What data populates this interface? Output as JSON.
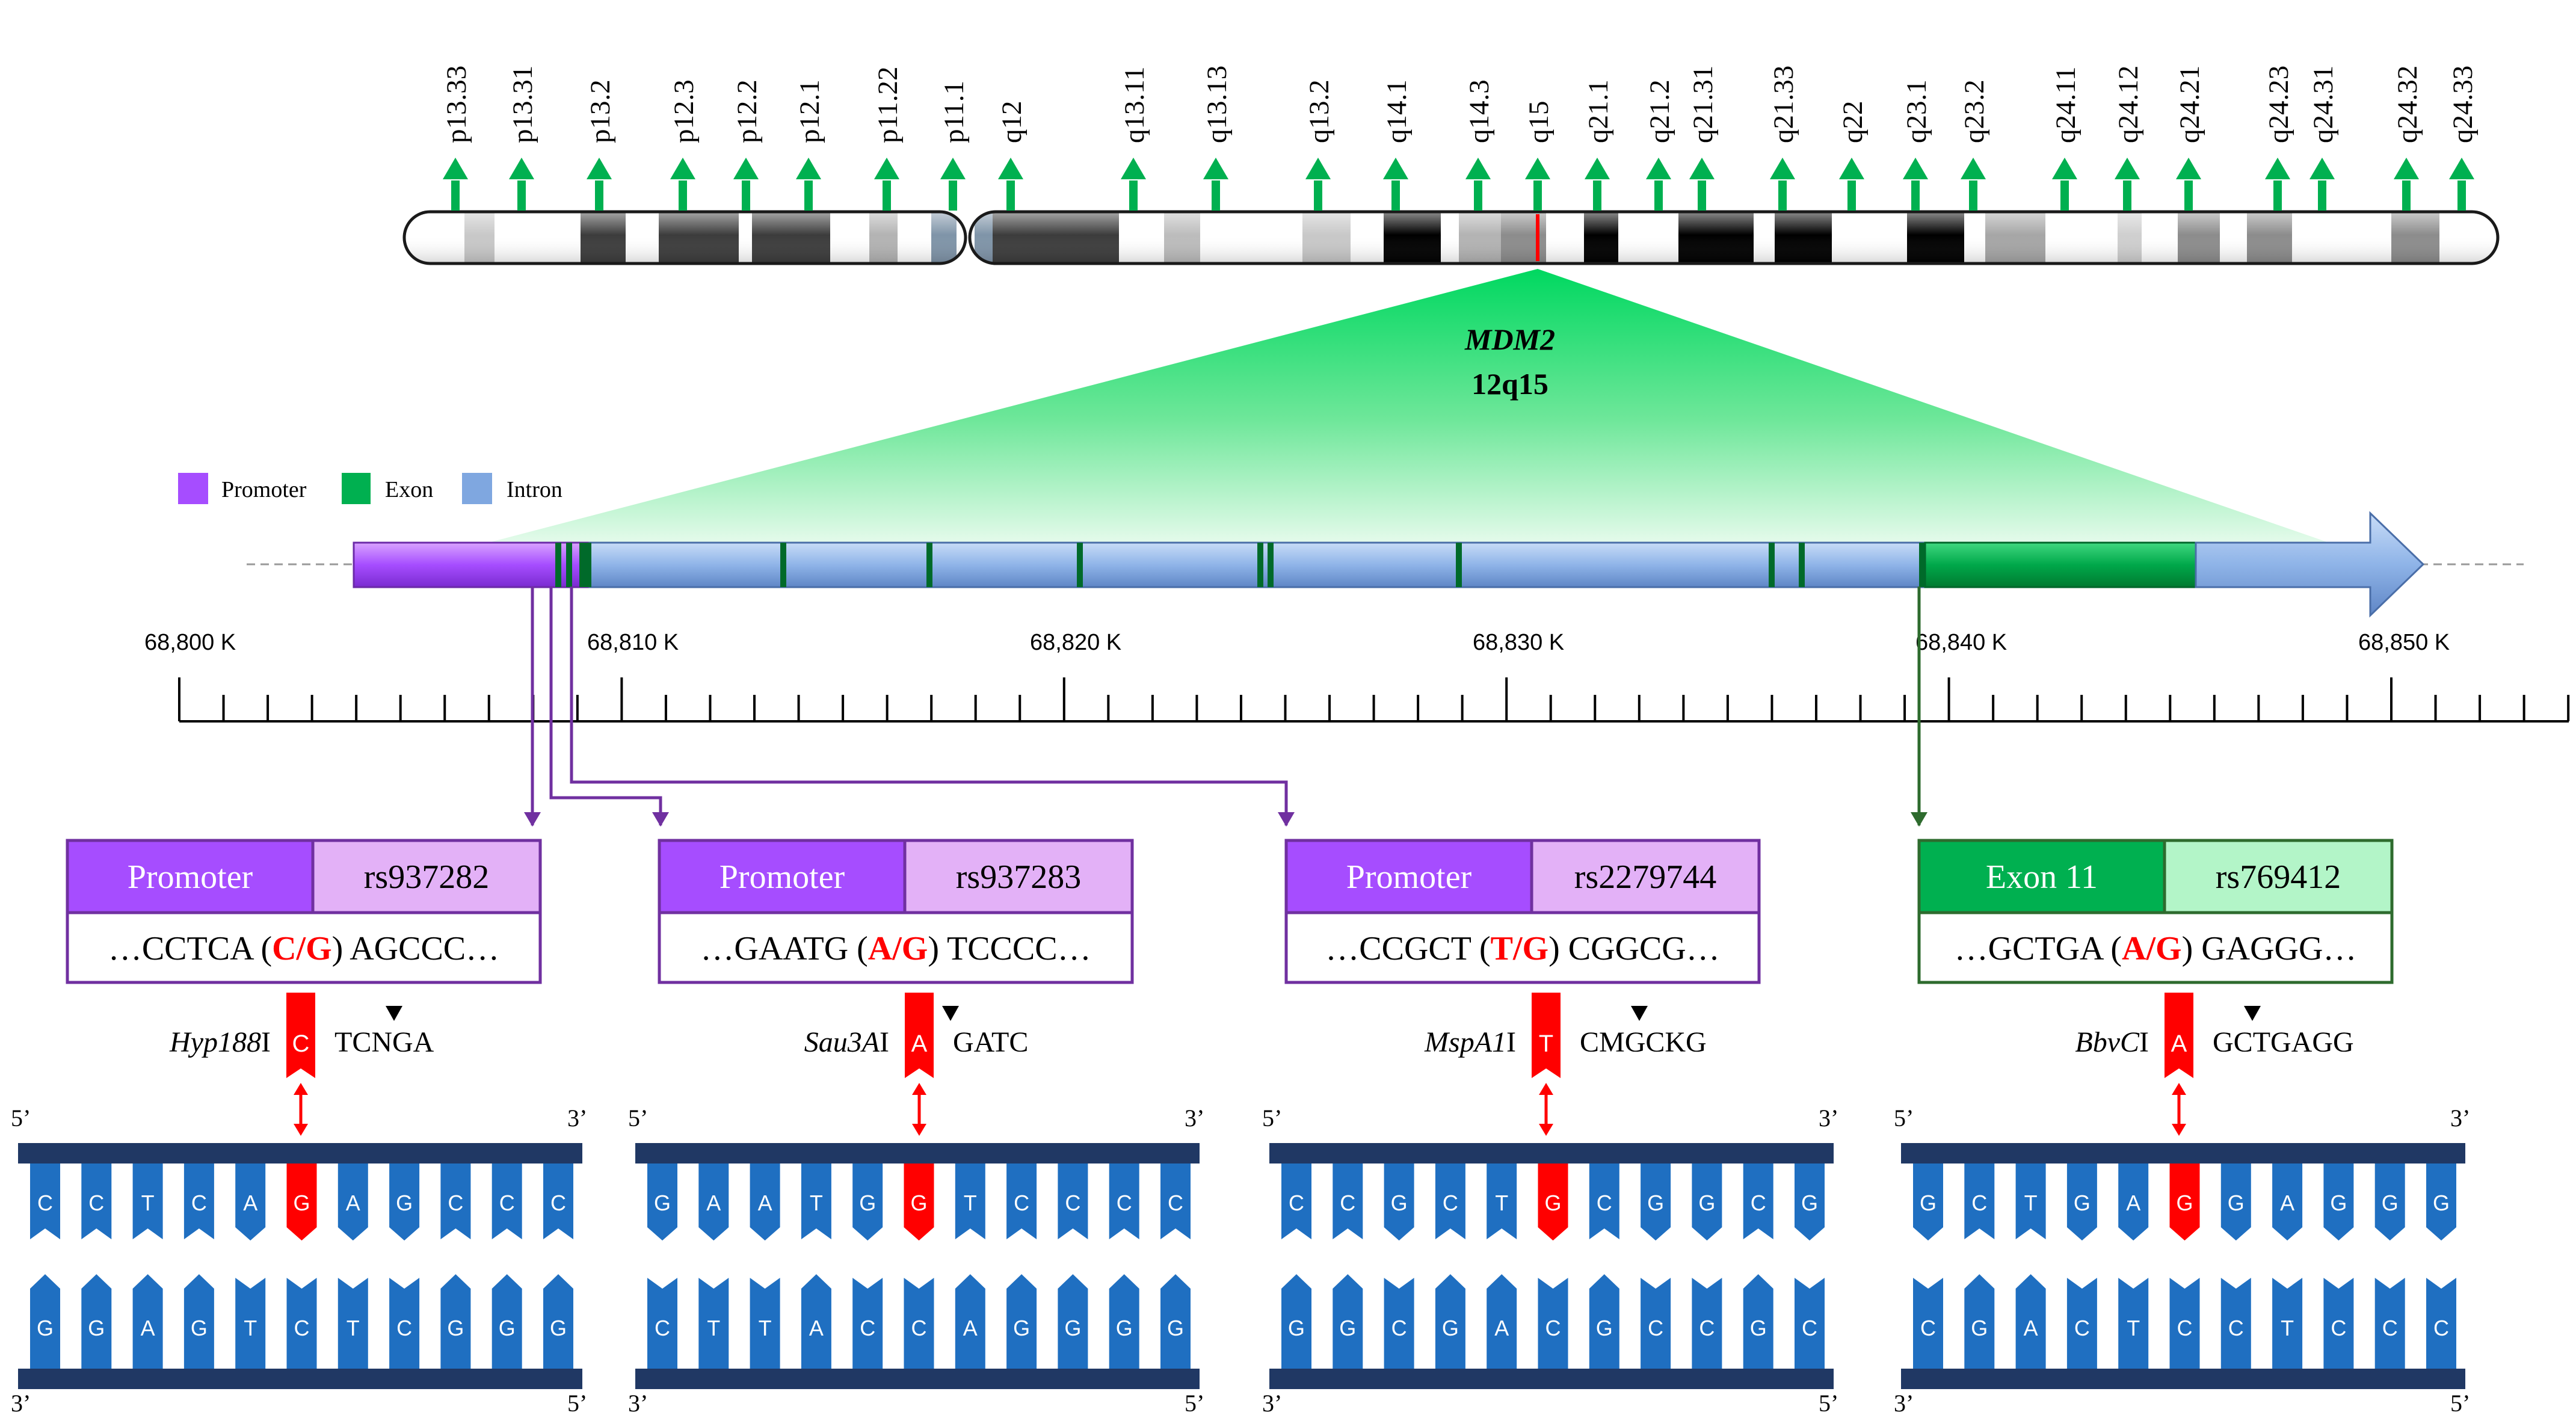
{
  "bands": [
    "p13.33",
    "p13.31",
    "p13.2",
    "p12.3",
    "p12.2",
    "p12.1",
    "p11.22",
    "p11.1",
    "q12",
    "q13.11",
    "q13.13",
    "q13.2",
    "q14.1",
    "q14.3",
    "q15",
    "q21.1",
    "q21.2",
    "q21.31",
    "q21.33",
    "q22",
    "q23.1",
    "q23.2",
    "q24.11",
    "q24.12",
    "q24.21",
    "q24.23",
    "q24.31",
    "q24.32",
    "q24.33"
  ],
  "gene": {
    "name": "MDM2",
    "locus": "12q15"
  },
  "legend": [
    {
      "label": "Promoter",
      "color": "#a64dff"
    },
    {
      "label": "Exon",
      "color": "#00b050"
    },
    {
      "label": "Intron",
      "color": "#7fa7e0"
    }
  ],
  "scale": {
    "labels": [
      "68,800 K",
      "68,810 K",
      "68,820 K",
      "68,830 K",
      "68,840 K",
      "68,850 K"
    ]
  },
  "colors": {
    "promoter": "#a64dff",
    "promoter_light": "#e3b1f7",
    "exon": "#00b050",
    "exon_light": "#b3f5c8",
    "snp_red": "#ff0000",
    "dna_blue": "#1f6fc1",
    "dna_backbone": "#203864",
    "cross_green": "#00e070"
  },
  "snps": [
    {
      "region": "Promoter",
      "rs": "rs937282",
      "seq_left": "…CCTCA (",
      "allele": "C/G",
      "seq_right": ") AGCCC…",
      "enzyme_name": "Hyp188",
      "enzyme_suffix": "I",
      "tag": "C",
      "site_pre": "TCN",
      "site_post": "GA",
      "top": [
        "C",
        "C",
        "T",
        "C",
        "A",
        "G",
        "A",
        "G",
        "C",
        "C",
        "C"
      ],
      "bottom": [
        "G",
        "G",
        "A",
        "G",
        "T",
        "C",
        "T",
        "C",
        "G",
        "G",
        "G"
      ]
    },
    {
      "region": "Promoter",
      "rs": "rs937283",
      "seq_left": "…GAATG (",
      "allele": "A/G",
      "seq_right": ") TCCCC…",
      "enzyme_name": "Sau3A",
      "enzyme_suffix": "I",
      "tag": "A",
      "site_pre": "",
      "site_post": "GATC",
      "top": [
        "G",
        "A",
        "A",
        "T",
        "G",
        "G",
        "T",
        "C",
        "C",
        "C",
        "C"
      ],
      "bottom": [
        "C",
        "T",
        "T",
        "A",
        "C",
        "C",
        "A",
        "G",
        "G",
        "G",
        "G"
      ]
    },
    {
      "region": "Promoter",
      "rs": "rs2279744",
      "seq_left": "…CCGCT (",
      "allele": "T/G",
      "seq_right": ") CGGCG…",
      "enzyme_name": "MspA1",
      "enzyme_suffix": "I",
      "tag": "T",
      "site_pre": "CMG",
      "site_post": "CKG",
      "top": [
        "C",
        "C",
        "G",
        "C",
        "T",
        "G",
        "C",
        "G",
        "G",
        "C",
        "G"
      ],
      "bottom": [
        "G",
        "G",
        "C",
        "G",
        "A",
        "C",
        "G",
        "C",
        "C",
        "G",
        "C"
      ]
    },
    {
      "region": "Exon 11",
      "rs": "rs769412",
      "seq_left": "…GCTGA (",
      "allele": "A/G",
      "seq_right": ") GAGGG…",
      "enzyme_name": "BbvC",
      "enzyme_suffix": "I",
      "tag": "A",
      "site_pre": "GC",
      "site_post": "TGAGG",
      "top": [
        "G",
        "C",
        "T",
        "G",
        "A",
        "G",
        "G",
        "A",
        "G",
        "G",
        "G"
      ],
      "bottom": [
        "C",
        "G",
        "A",
        "C",
        "T",
        "C",
        "C",
        "T",
        "C",
        "C",
        "C"
      ]
    }
  ],
  "strand_labels": {
    "five": "5’",
    "three": "3’"
  }
}
